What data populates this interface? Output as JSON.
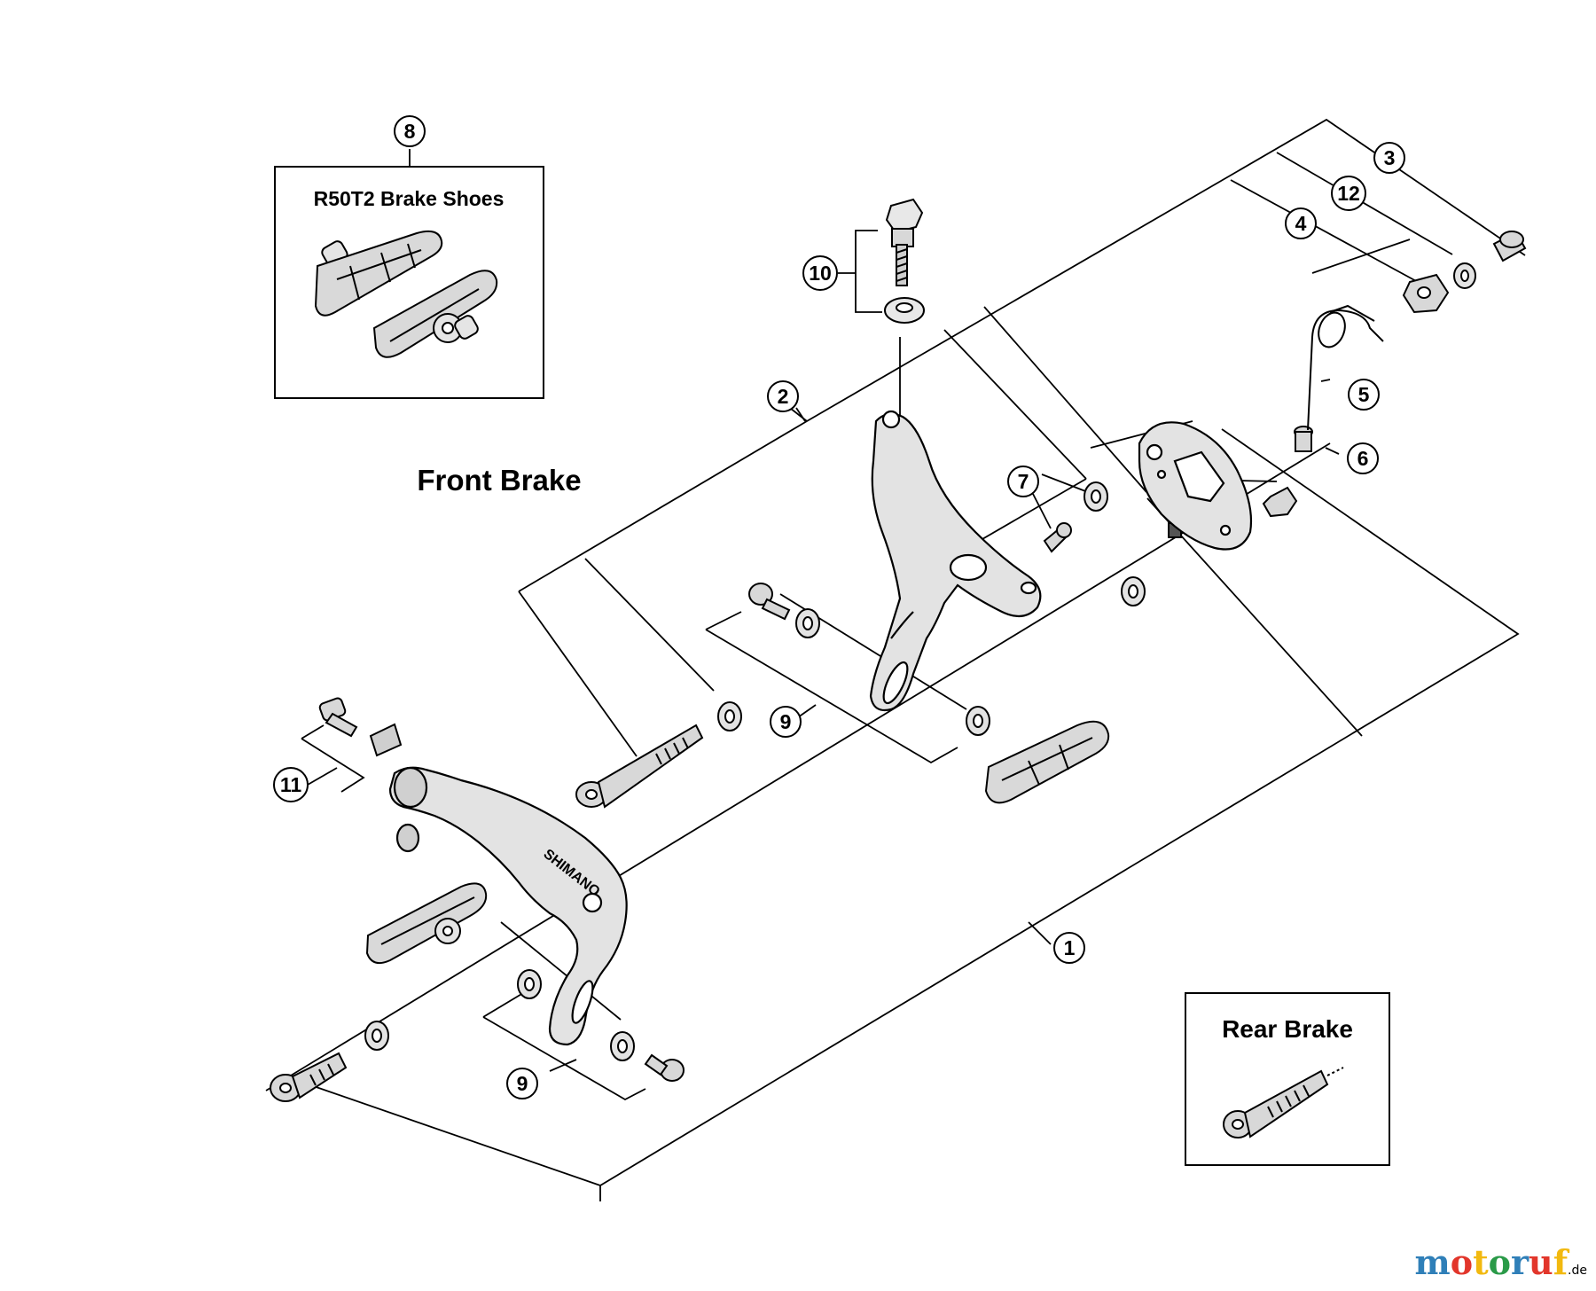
{
  "titles": {
    "front_brake": "Front Brake",
    "rear_brake": "Rear Brake",
    "brake_shoes": "R50T2 Brake Shoes",
    "caliper_brand": "SHIMANO"
  },
  "callouts": [
    "1",
    "2",
    "3",
    "4",
    "5",
    "6",
    "7",
    "8",
    "9",
    "9",
    "10",
    "11",
    "12"
  ],
  "watermark": {
    "letters": [
      "m",
      "o",
      "t",
      "o",
      "r",
      "u",
      "f"
    ],
    "colors": [
      "#2f7fb8",
      "#e2362b",
      "#f2b90f",
      "#2a9a48",
      "#2f7fb8",
      "#e2362b",
      "#f2b90f"
    ],
    "suffix": ".de"
  }
}
